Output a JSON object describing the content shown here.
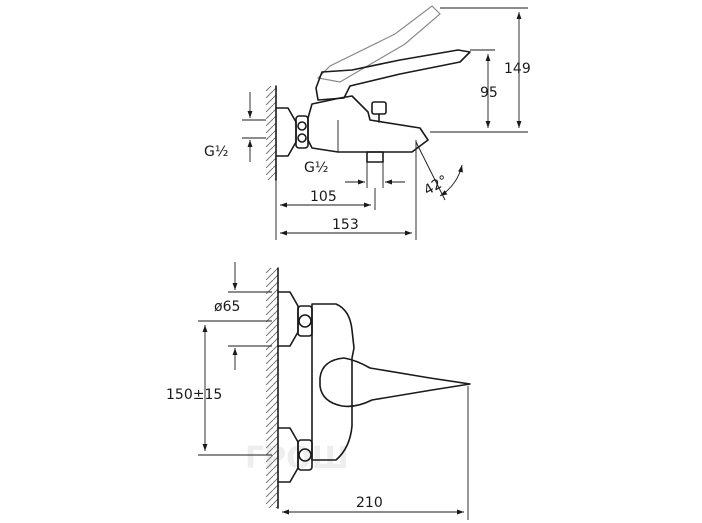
{
  "side_view": {
    "dim_overall_height": "149",
    "dim_handle_height": "95",
    "dim_inlet_thread": "G½",
    "dim_spout_thread": "G½",
    "dim_spout_depth": "105",
    "dim_overall_depth": "153",
    "dim_spout_angle": "42°"
  },
  "front_view": {
    "dim_flange_diameter": "ø65",
    "dim_inlet_spacing": "150±15",
    "dim_overall_width": "210"
  },
  "watermark": "ГРОШ"
}
